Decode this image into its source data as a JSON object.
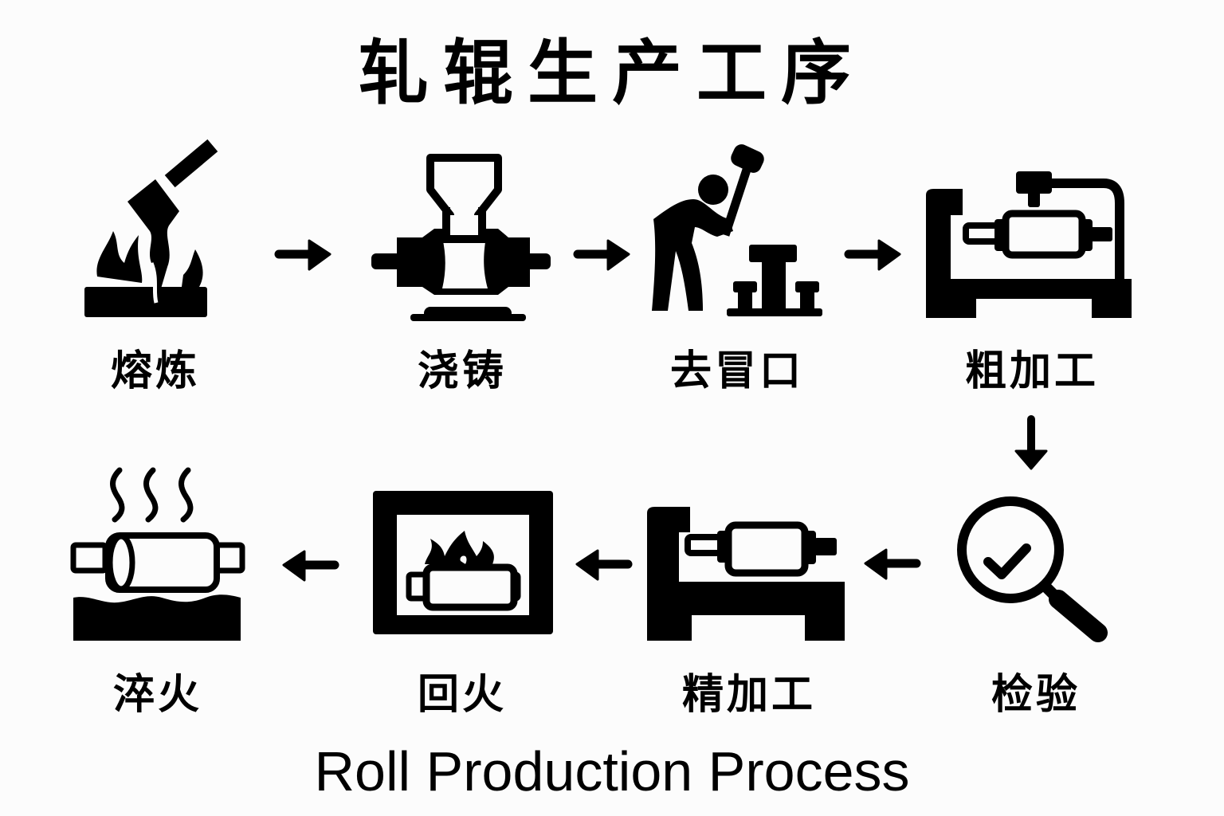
{
  "diagram": {
    "title": "轧辊生产工序",
    "subtitle": "Roll Production Process",
    "flow_direction": "serpentine: row 1 left-to-right, down, row 2 right-to-left",
    "steps": [
      {
        "order": 1,
        "label": "熔炼",
        "icon": "ladle-pouring-fire-icon"
      },
      {
        "order": 2,
        "label": "浇铸",
        "icon": "casting-mold-funnel-icon"
      },
      {
        "order": 3,
        "label": "去冒口",
        "icon": "worker-hammer-riser-icon"
      },
      {
        "order": 4,
        "label": "粗加工",
        "icon": "lathe-rough-machining-icon"
      },
      {
        "order": 5,
        "label": "检验",
        "icon": "magnifier-check-icon"
      },
      {
        "order": 6,
        "label": "精加工",
        "icon": "lathe-finish-machining-icon"
      },
      {
        "order": 7,
        "label": "回火",
        "icon": "furnace-roll-flame-icon"
      },
      {
        "order": 8,
        "label": "淬火",
        "icon": "roll-quench-water-steam-icon"
      }
    ],
    "arrows": [
      {
        "from": 1,
        "to": 2,
        "direction": "right"
      },
      {
        "from": 2,
        "to": 3,
        "direction": "right"
      },
      {
        "from": 3,
        "to": 4,
        "direction": "right"
      },
      {
        "from": 4,
        "to": 5,
        "direction": "down"
      },
      {
        "from": 5,
        "to": 6,
        "direction": "left"
      },
      {
        "from": 6,
        "to": 7,
        "direction": "left"
      },
      {
        "from": 7,
        "to": 8,
        "direction": "left"
      }
    ]
  }
}
